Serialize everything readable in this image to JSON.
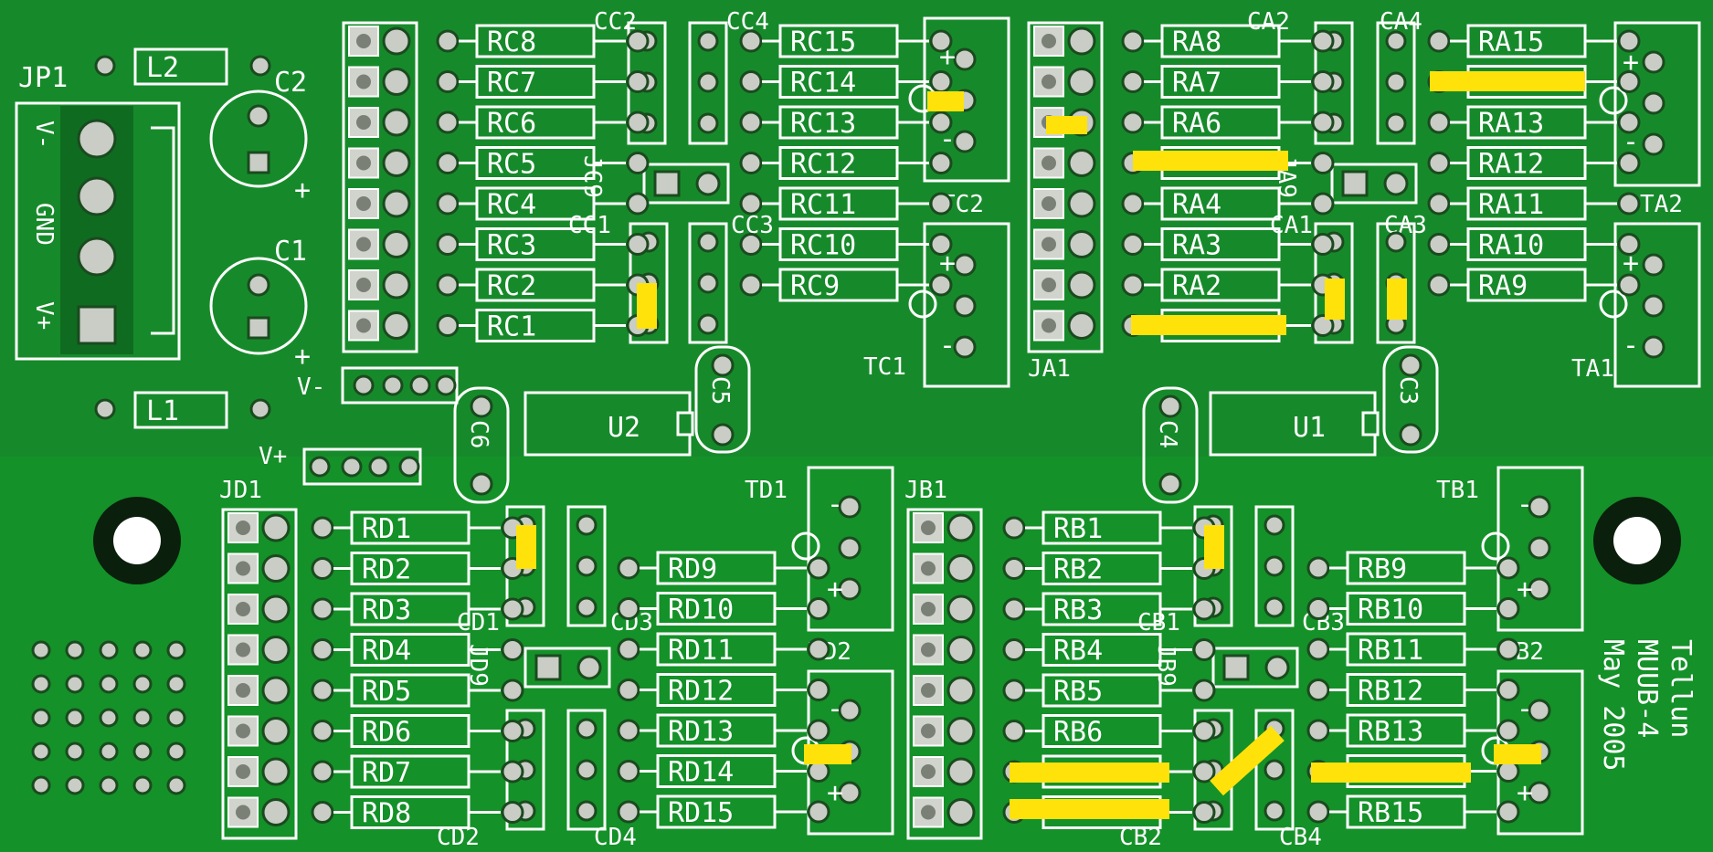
{
  "board_text": {
    "title_line1": "Tellun",
    "title_line2": "MUUB-4",
    "title_line3": "May 2005"
  },
  "connectors": {
    "jp1": "JP1",
    "v_minus": "V-",
    "gnd": "GND",
    "v_plus": "V+",
    "rail_v_minus": "V-",
    "rail_v_plus": "V+"
  },
  "parts": {
    "L1": "L1",
    "L2": "L2",
    "C1": "C1",
    "C2": "C2",
    "C3": "C3",
    "C4": "C4",
    "C5": "C5",
    "C6": "C6",
    "U1": "U1",
    "U2": "U2",
    "JA1": "JA1",
    "JB1": "JB1",
    "JC9": "JC9",
    "JA9": "JA9",
    "JD9": "JD9",
    "JB9": "JB9",
    "JD1": "JD1",
    "TA1": "TA1",
    "TA2": "TA2",
    "TB1": "TB1",
    "TB2": "TB2",
    "TC1": "TC1",
    "TC2": "TC2",
    "TD1": "TD1",
    "TD2": "TD2",
    "CA1": "CA1",
    "CA2": "CA2",
    "CA3": "CA3",
    "CA4": "CA4",
    "CB1": "CB1",
    "CB2": "CB2",
    "CB3": "CB3",
    "CB4": "CB4",
    "CC1": "CC1",
    "CC2": "CC2",
    "CC3": "CC3",
    "CC4": "CC4",
    "CD1": "CD1",
    "CD2": "CD2",
    "CD3": "CD3",
    "CD4": "CD4"
  },
  "plus_sign": "+",
  "minus_sign": "-",
  "resistors": {
    "RC_left": [
      "RC8",
      "RC7",
      "RC6",
      "RC5",
      "RC4",
      "RC3",
      "RC2",
      "RC1"
    ],
    "RC_right": [
      "RC15",
      "RC14",
      "RC13",
      "RC12",
      "RC11",
      "RC10",
      "RC9"
    ],
    "RA_left": [
      "RA8",
      "RA7",
      "RA6",
      "",
      "RA4",
      "RA3",
      "RA2",
      ""
    ],
    "RA_right": [
      "RA15",
      "",
      "RA13",
      "RA12",
      "RA11",
      "RA10",
      "RA9"
    ],
    "RD_left": [
      "RD1",
      "RD2",
      "RD3",
      "RD4",
      "RD5",
      "RD6",
      "RD7",
      "RD8"
    ],
    "RD_right": [
      "RD9",
      "RD10",
      "RD11",
      "RD12",
      "RD13",
      "RD14",
      "RD15"
    ],
    "RB_left": [
      "RB1",
      "RB2",
      "RB3",
      "RB4",
      "RB5",
      "RB6",
      "",
      ""
    ],
    "RB_right": [
      "RB9",
      "RB10",
      "RB11",
      "RB12",
      "RB13",
      "",
      "RB15"
    ]
  }
}
